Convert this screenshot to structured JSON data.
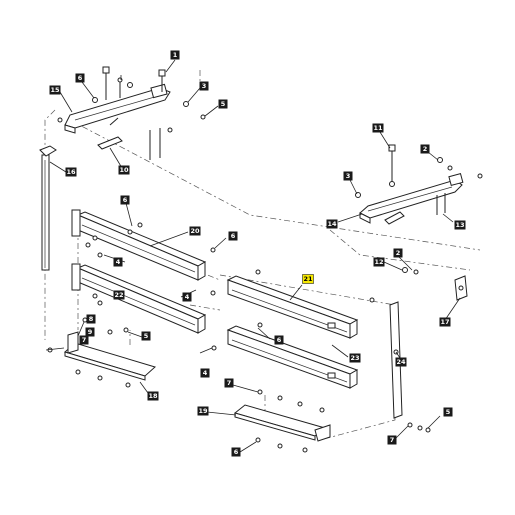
{
  "highlight_color": "#f6e800",
  "callouts": {
    "c1": "1",
    "c2a": "2",
    "c2b": "2",
    "c3a": "3",
    "c3b": "3",
    "c4a": "4",
    "c4b": "4",
    "c4c": "4",
    "c5a": "5",
    "c5b": "5",
    "c5c": "5",
    "c6a": "6",
    "c6b": "6",
    "c6c": "6",
    "c6d": "6",
    "c6e": "6",
    "c7a": "7",
    "c7b": "7",
    "c7c": "7",
    "c8": "8",
    "c9": "9",
    "c10": "10",
    "c11": "11",
    "c12": "12",
    "c13": "13",
    "c14": "14",
    "c15": "15",
    "c16": "16",
    "c17": "17",
    "c18": "18",
    "c19": "19",
    "c20": "20",
    "c21": "21",
    "c22": "22",
    "c23": "23",
    "c24": "24"
  },
  "highlighted_part": "21"
}
